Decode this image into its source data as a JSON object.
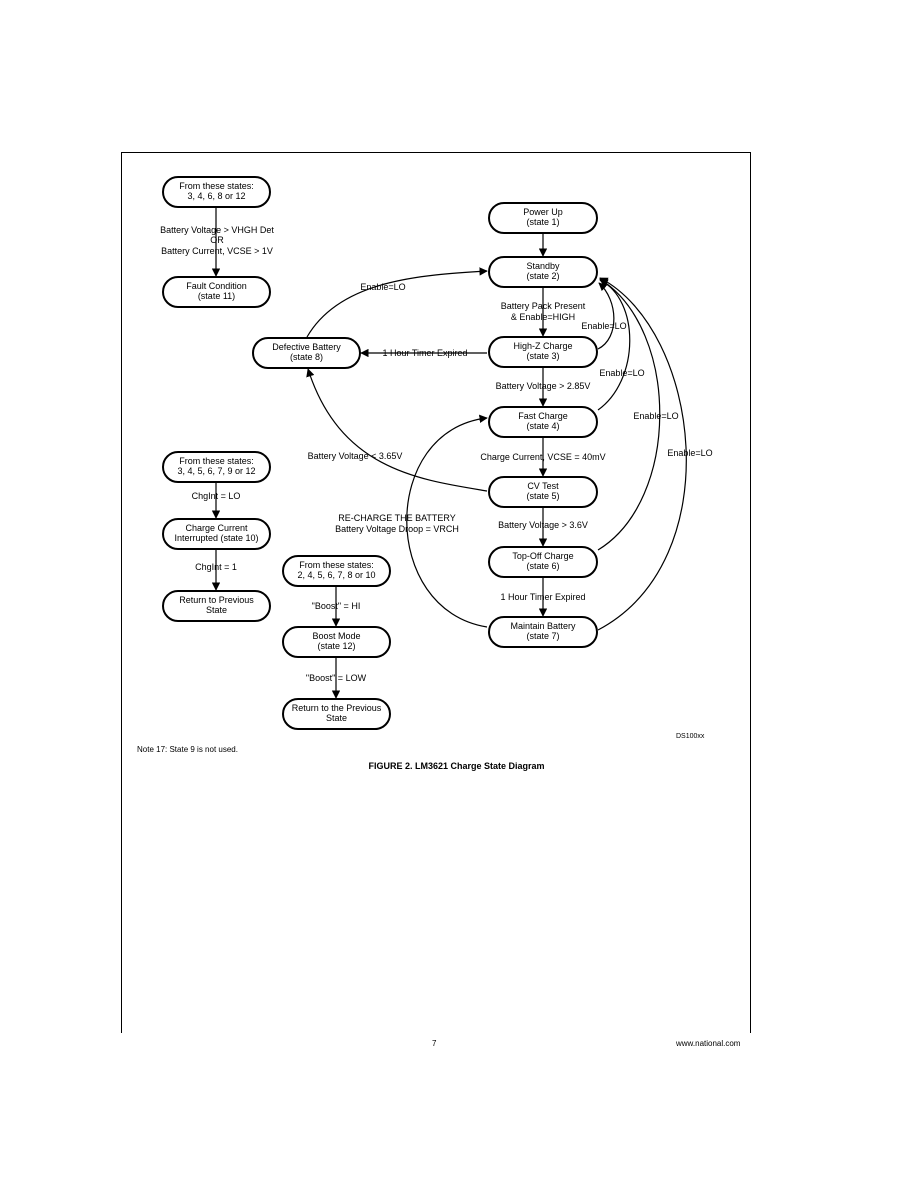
{
  "nodes": [
    {
      "id": "from-2",
      "lines": [
        "From these states:",
        "3, 4, 6, 8 or 12"
      ]
    },
    {
      "id": "fault",
      "lines": [
        "Fault Condition",
        "(state 11)"
      ]
    },
    {
      "id": "power-up",
      "lines": [
        "Power Up",
        "(state 1)"
      ]
    },
    {
      "id": "standby",
      "lines": [
        "Standby",
        "(state 2)"
      ]
    },
    {
      "id": "defective",
      "lines": [
        "Defective Battery",
        "(state 8)"
      ]
    },
    {
      "id": "highz",
      "lines": [
        "High-Z Charge",
        "(state 3)"
      ]
    },
    {
      "id": "fast",
      "lines": [
        "Fast Charge",
        "(state 4)"
      ]
    },
    {
      "id": "from-3",
      "lines": [
        "From these states:",
        "3, 4, 5, 6, 7, 9 or 12"
      ]
    },
    {
      "id": "cv-test",
      "lines": [
        "CV Test",
        "(state 5)"
      ]
    },
    {
      "id": "interrupted",
      "lines": [
        "Charge Current",
        "Interrupted (state 10)"
      ]
    },
    {
      "id": "topoff",
      "lines": [
        "Top-Off Charge",
        "(state 6)"
      ]
    },
    {
      "id": "from-4",
      "lines": [
        "From these states:",
        "2, 4, 5, 6, 7, 8 or 10"
      ]
    },
    {
      "id": "return1",
      "lines": [
        "Return to Previous",
        "State"
      ]
    },
    {
      "id": "maintain",
      "lines": [
        "Maintain Battery",
        "(state 7)"
      ]
    },
    {
      "id": "boost",
      "lines": [
        "Boost Mode",
        "(state 12)"
      ]
    },
    {
      "id": "return2",
      "lines": [
        "Return to the Previous",
        "State"
      ]
    }
  ],
  "edge_labels": [
    {
      "id": "lbl-fault-1",
      "text": "Battery Voltage > VHGH Det"
    },
    {
      "id": "lbl-fault-2",
      "text": "OR"
    },
    {
      "id": "lbl-fault-3",
      "text": "Battery Current, VCSE > 1V"
    },
    {
      "id": "lbl-enable-defective",
      "text": "Enable=LO"
    },
    {
      "id": "lbl-pack-1",
      "text": "Battery Pack Present"
    },
    {
      "id": "lbl-pack-2",
      "text": "& Enable=HIGH"
    },
    {
      "id": "lbl-enable-highz",
      "text": "Enable=LO"
    },
    {
      "id": "lbl-timer-defective",
      "text": "1 Hour Timer Expired"
    },
    {
      "id": "lbl-bv-28",
      "text": "Battery Voltage > 2.85V"
    },
    {
      "id": "lbl-enable-fast",
      "text": "Enable=LO"
    },
    {
      "id": "lbl-enable-cv",
      "text": "Enable=LO"
    },
    {
      "id": "lbl-bv-defective",
      "text": "Battery Voltage < 3.65V"
    },
    {
      "id": "lbl-cc",
      "text": "Charge Current, VCSE = 40mV"
    },
    {
      "id": "lbl-enable-topoff",
      "text": "Enable=LO"
    },
    {
      "id": "lbl-chgint-lo",
      "text": "ChgInt = LO"
    },
    {
      "id": "lbl-recharge-1",
      "text": "RE-CHARGE THE BATTERY"
    },
    {
      "id": "lbl-recharge-2",
      "text": "Battery Voltage Droop = VRCH"
    },
    {
      "id": "lbl-bv-36",
      "text": "Battery Voltage > 3.6V"
    },
    {
      "id": "lbl-chgint-hi",
      "text": "ChgInt = 1"
    },
    {
      "id": "lbl-boost-hi",
      "text": "\"Boost\" = HI"
    },
    {
      "id": "lbl-timer-maintain",
      "text": "1 Hour Timer Expired"
    },
    {
      "id": "lbl-boost-lo",
      "text": "\"Boost\" = LOW"
    }
  ],
  "code": "DS100xx",
  "note": "Note 17: State 9 is not used.",
  "caption": "FIGURE 2. LM3621 Charge State Diagram",
  "page_number": "7",
  "website": "www.national.com"
}
